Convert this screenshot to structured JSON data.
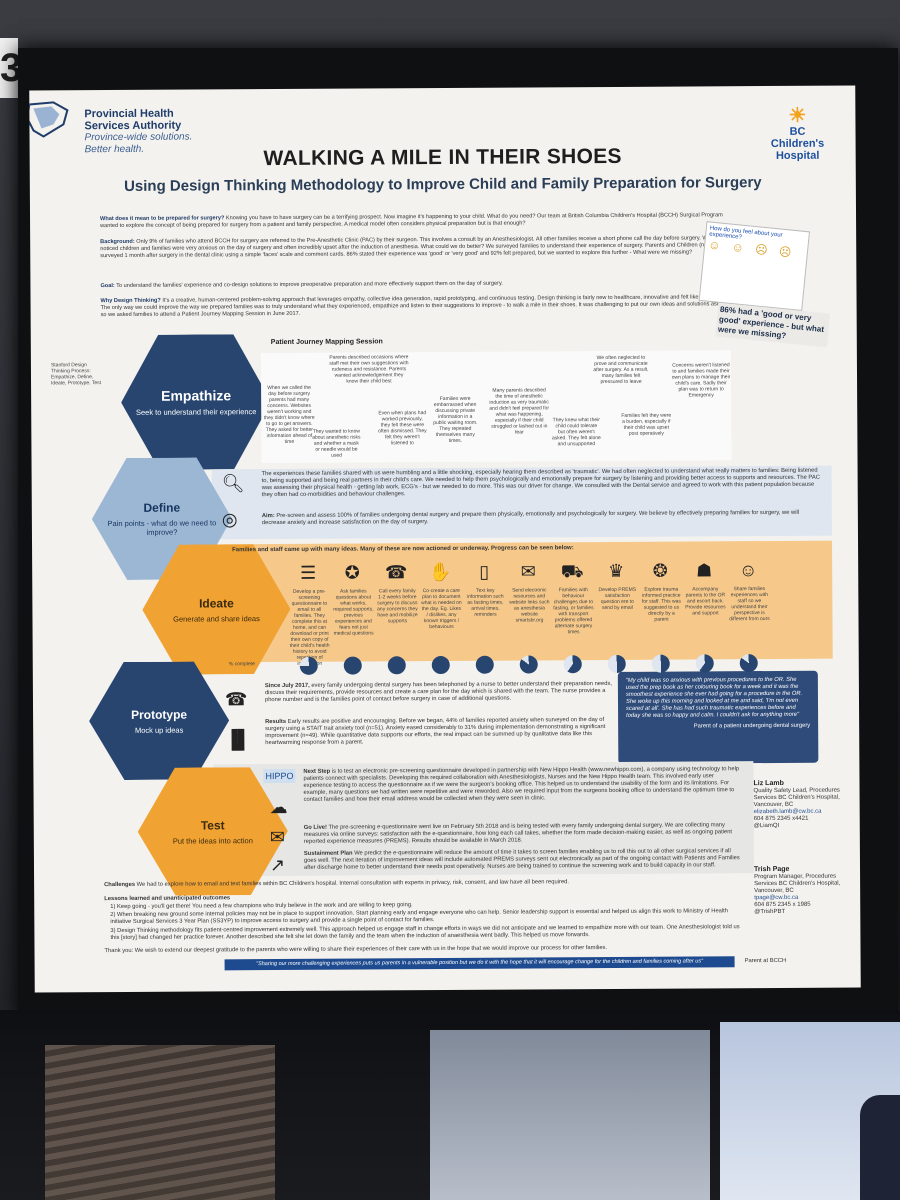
{
  "poster": {
    "org_name_1": "Provincial Health",
    "org_name_2": "Services Authority",
    "org_tagline_1": "Province-wide solutions.",
    "org_tagline_2": "Better health.",
    "bcch_1": "BC",
    "bcch_2": "Children's",
    "bcch_3": "Hospital",
    "title": "WALKING A MILE IN THEIR SHOES",
    "subtitle": "Using Design Thinking Methodology to Improve Child and Family Preparation for Surgery",
    "intro": [
      {
        "label": "What does it mean to be prepared for surgery?",
        "text": "Knowing you have to have surgery can be a terrifying prospect. Now imagine it's happening to your child. What do you need? Our team at British Columbia Children's Hospital (BCCH) Surgical Program wanted to explore the concept of being prepared for surgery from a patient and family perspective. A medical model often considers physical preparation but is that enough?"
      },
      {
        "label": "Background:",
        "text": "Only 9% of families who attend BCCH for surgery are referred to the Pre-Anesthetic Clinic (PAC) by their surgeon. This involves a consult by an Anesthesiologist. All other families receive a short phone call the day before surgery. We also noticed children and families were very anxious on the day of surgery and often incredibly upset after the induction of anesthesia. What could we do better? We surveyed families to understand their experience of surgery. Parents and Children (n=101) were surveyed 1 month after surgery in the dental clinic using a simple 'faces' scale and comment cards. 86% stated their experience was 'good' or 'very good' and 92% felt prepared, but we wanted to explore this further - What were we missing?"
      },
      {
        "label": "Goal:",
        "text": "To understand the families' experience and co-design solutions to improve preoperative preparation and more effectively support them on the day of surgery."
      },
      {
        "label": "Why Design Thinking?",
        "text": "It's a creative, human-centered problem-solving approach that leverages empathy, collective idea generation, rapid prototyping, and continuous testing. Design thinking is fairly new to healthcare, innovative and felt like an excellent fit for our project. The only way we could improve the way we prepared families was to truly understand what they experienced, empathize and listen to their suggestions to improve - to walk a mile in their shoes. It was challenging to put our own ideas and solutions aside but we wanted to try it so we asked families to attend a Patient Journey Mapping Session in June 2017."
      }
    ],
    "feelcard_title": "How do you feel about your experience?",
    "callout": "86% had a 'good or very good' experience - but what were we missing?",
    "stanford_note": "Stanford Design Thinking Process: Empathize, Define, Ideate, Prototype, Test",
    "stages": {
      "empathize": {
        "title": "Empathize",
        "sub": "Seek to understand their experience"
      },
      "define": {
        "title": "Define",
        "sub": "Pain points - what do we need to improve?"
      },
      "ideate": {
        "title": "Ideate",
        "sub": "Generate and share ideas"
      },
      "prototype": {
        "title": "Prototype",
        "sub": "Mock up ideas"
      },
      "test": {
        "title": "Test",
        "sub": "Put the ideas into action"
      }
    },
    "journey_title": "Patient Journey Mapping Session",
    "journey_notes": [
      "When we called the day before surgery parents had many concerns. Websites weren't working and they didn't know where to go to get answers. They asked for better information ahead of time",
      "They wanted to know about anesthetic risks and whether a mask or needle would be used",
      "Parents described occasions where staff met their own suggestions with rudeness and resistance. Parents wanted acknowledgement they know their child best",
      "Even when plans had worked previously, they felt these were often dismissed. They felt they weren't listened to",
      "Families were embarrassed when discussing private information in a public waiting room. They repeated themselves many times.",
      "Many parents described the time of anesthetic induction as very traumatic and didn't feel prepared for what was happening, especially if their child struggled or lashed out in fear",
      "They knew what their child could tolerate but often weren't asked. They felt alone and unsupported",
      "We often neglected to prove and communicate after surgery. As a result, many families felt pressured to leave",
      "Families felt they were a burden, especially if their child was upset post operatively",
      "Concerns weren't listened to and families made their own plans to manage their child's care. Sadly their plan was to return to Emergency"
    ],
    "define_text": "The experiences these families shared with us were humbling and a little shocking, especially hearing them described as 'traumatic'. We had often neglected to understand what really matters to families: Being listened to, being supported and being real partners in their child's care. We needed to help them psychologically and emotionally prepare for surgery by listening and providing better access to supports and resources. The PAC was assessing their physical health - getting lab work, ECG's - but we needed to do more. This was our driver for change. We consulted with the Dental service and agreed to work with this patient population because they often had co-morbidities and behaviour challenges.",
    "aim_label": "Aim:",
    "aim_text": "Pre-screen and assess 100% of families undergoing dental surgery and prepare them physically, emotionally and psychologically for surgery. We believe by effectively preparing families for surgery, we will decrease anxiety and increase satisfaction on the day of surgery.",
    "ideate_intro": "Families and staff came up with many ideas. Many of these are now actioned or underway. Progress can be seen below:",
    "ideas": [
      "Develop a pre-screening questionnaire to email to all families. They complete this at home, and can download or print their own copy of their child's health history to avoid repetition of information",
      "Ask families questions about what works, required supports, previous experiences and fears not just medical questions",
      "Call every family 1-2 weeks before surgery to discuss any concerns they have and mobilize supports",
      "Co-create a care plan to document what is needed on the day. Eg. Likes / dislikes, any known triggers / behaviours",
      "Text key information such as fasting times, arrival times, reminders",
      "Send electronic resources and website links such as anesthesia website smartsbr.org",
      "Families with behaviour challenges due to fasting, or families with transport problems offered alternate surgery times",
      "Develop PREMS satisfaction question ere to send by email",
      "Explore trauma informed practice for staff. This was suggested to us directly by a parent",
      "Accompany parents to the OR and escort back. Provide resources and support",
      "Share families experiences with staff so we understand their perspective is different from ours"
    ],
    "progress_label": "% complete",
    "prototype_text_1_label": "Since July 2017,",
    "prototype_text_1": "every family undergoing dental surgery has been telephoned by a nurse to better understand their preparation needs, discuss their requirements, provide resources and create a care plan for the day which is shared with the team. The nurse provides a phone number and is the families point of contact before surgery in case of additional questions.",
    "prototype_text_2_label": "Results",
    "prototype_text_2": "Early results are positive and encouraging. Before we began, 44% of families reported anxiety when surveyed on the day of surgery using a STAIT trait anxiety tool (n=51). Anxiety eased considerably to 31% during implementation demonstrating a significant improvement (n=49). While quantitative data supports our efforts, the real impact can be summed up by qualitative data like this heartwarming response from a parent.",
    "quote": "\"My child was so anxious with previous procedures to the OR. She used the prep book as her colouring book for a week and it was the smoothest experience she ever had going for a procedure in the OR. She woke up this morning and looked at me and said, 'I'm not even scared at all'. She has had such traumatic experiences before and today she was so happy and calm. I couldn't ask for anything more\"",
    "quote_attr": "Parent of a patient undergoing dental surgery",
    "test_items": [
      {
        "label": "Next Step",
        "text": "is to test an electronic pre-screening questionnaire developed in partnership with New Hippo Health (www.newhippo.com), a company using technology to help patients connect with specialists. Developing this required collaboration with Anesthesiologists, Nurses and the New Hippo Health team. This involved early user experience testing to access the questionnaire as if we were the surgeon's booking office. This helped us to understand the usability of the form and its limitations. For example, many questions we had written were repetitive and were reworded. Also we required input from the surgeons booking office to understand the optimum time to contact families and how their email address would be collected when they were seen in clinic."
      },
      {
        "label": "Go Live!",
        "text": "The pre-screening e-questionnaire went live on February 5th 2018 and is being tested with every family undergoing dental surgery. We are collecting many measures via online surveys: satisfaction with the e-questionnaire, how long each call takes, whether the form made decision-making easier, as well as ongoing patient reported experience measures (PREMS). Results should be available in March 2018."
      },
      {
        "label": "Sustainment Plan",
        "text": "We predict the e-questionnaire will reduce the amount of time it takes to screen families enabling us to roll this out to all other surgical services if all goes well. The next iteration of improvement ideas will include automated PREMS surveys sent out electronically as part of the ongoing contact with Patients and Families after discharge home to better understand their needs post operatively. Nurses are being trained to continue the screening work and to build capacity in our staff."
      }
    ],
    "challenges_label": "Challenges",
    "challenges": "We had to explore how to email and text families within BC Children's hospital. Internal consultation with experts in privacy, risk, consent, and law have all been required.",
    "lessons_label": "Lessons learned and unanticipated outcomes",
    "lessons": [
      "1) Keep going - you'll get there! You need a few champions who truly believe in the work and are willing to keep going.",
      "2) When breaking new ground some internal policies may not be in place to support innovation. Start planning early and engage everyone who can help. Senior leadership support is essential and helped us align this work to Ministry of Health initiative Surgical Services 3 Year Plan (SS3YP) to improve access to surgery and provide a single point of contact for families.",
      "3) Design Thinking methodology fits patient-centred improvement extremely well. This approach helped us engage staff in change efforts in ways we did not anticipate and we learned to empathize more with our team. One Anesthesiologist told us this [story] had changed her practice forever. Another described she felt she let down the family and the team when the induction of anaesthesia went badly. This helped us move forwards."
    ],
    "thanks": "Thank you: We wish to extend our deepest gratitude to the parents who were willing to share their experiences of their care with us in the hope that we would improve our process for other families.",
    "banner": "\"Sharing our more challenging experiences puts us parents in a vulnerable position but we do it with the hope that it will encourage change for the children and families coming after us\"",
    "banner_attr": "Parent at BCCH",
    "contacts": [
      {
        "name": "Liz Lamb",
        "role": "Quality Safety Lead, Procedures Services BC Children's Hospital, Vancouver, BC",
        "email": "elizabeth.lamb@cw.bc.ca",
        "phone": "604 875 2345 x4421",
        "twitter": "@LiamQI"
      },
      {
        "name": "Trish Page",
        "role": "Program Manager, Procedures Services BC Children's Hospital, Vancouver, BC",
        "email": "tpage@cw.bc.ca",
        "phone": "604 875 2345 x 1985",
        "twitter": "@TrishPBT"
      }
    ]
  },
  "board_tag": "3"
}
